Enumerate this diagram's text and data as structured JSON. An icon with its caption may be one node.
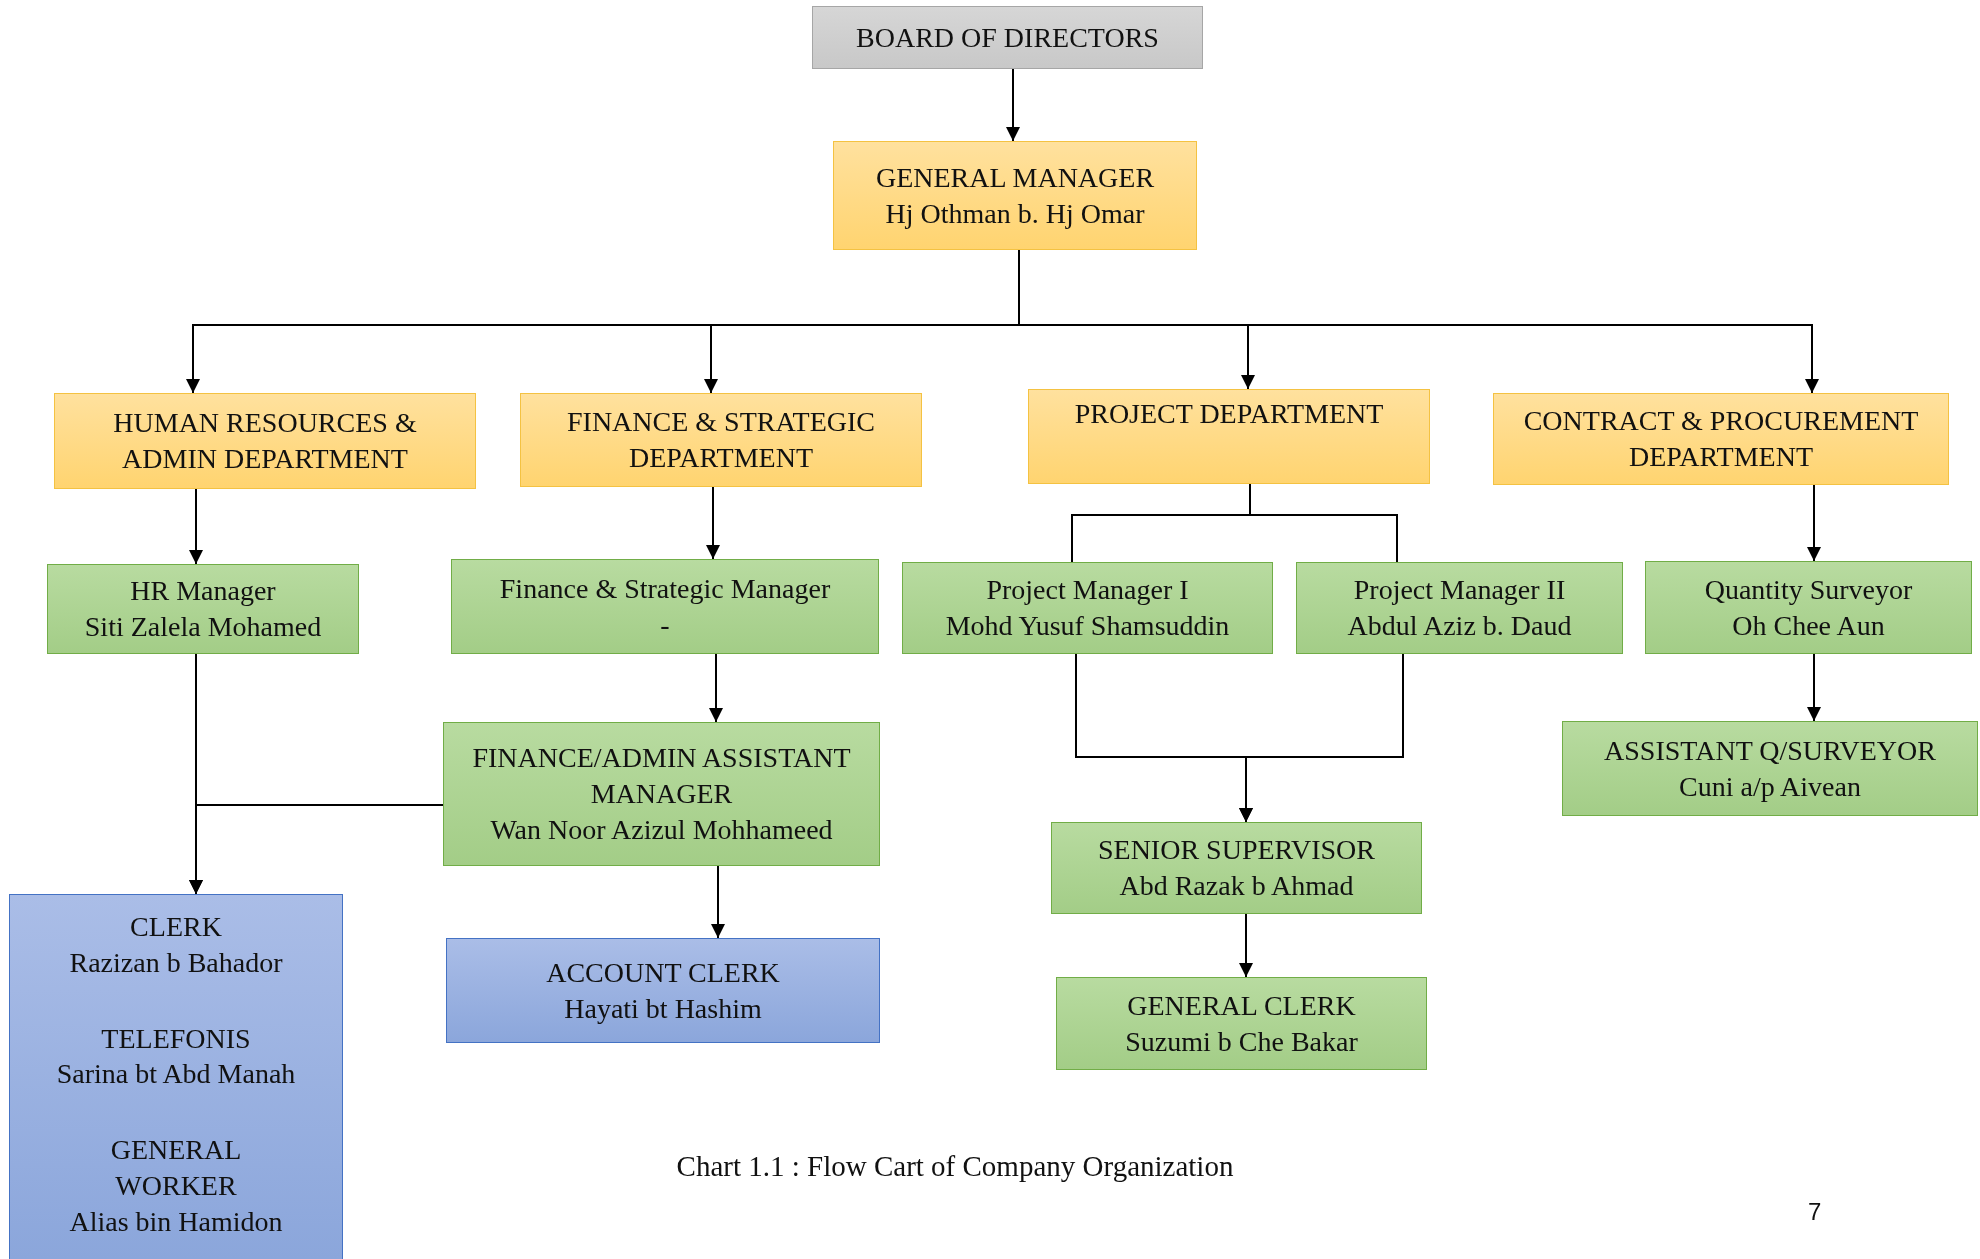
{
  "diagram": {
    "caption": "Chart 1.1 : Flow Cart of Company Organization",
    "nodes": [
      {
        "text": [
          "BOARD OF DIRECTORS"
        ]
      },
      {
        "text": [
          "GENERAL MANAGER",
          "Hj Othman b. Hj Omar"
        ]
      },
      {
        "text": [
          "HUMAN RESOURCES & ADMIN DEPARTMENT"
        ]
      },
      {
        "text": [
          "FINANCE & STRATEGIC DEPARTMENT"
        ]
      },
      {
        "text": [
          "PROJECT DEPARTMENT"
        ]
      },
      {
        "text": [
          "CONTRACT & PROCUREMENT DEPARTMENT"
        ]
      },
      {
        "text": [
          "HR Manager",
          "Siti Zalela Mohamed"
        ]
      },
      {
        "text": [
          "Finance & Strategic Manager",
          "-"
        ]
      },
      {
        "text": [
          "Project Manager I",
          "Mohd Yusuf Shamsuddin"
        ]
      },
      {
        "text": [
          "Project Manager II",
          "Abdul Aziz b. Daud"
        ]
      },
      {
        "text": [
          "Quantity Surveyor",
          "Oh Chee Aun"
        ]
      },
      {
        "text": [
          "FINANCE/ADMIN ASSISTANT MANAGER",
          "Wan Noor Azizul Mohhameed"
        ]
      },
      {
        "text": [
          "ASSISTANT Q/SURVEYOR",
          "Cuni a/p Aivean"
        ]
      },
      {
        "text": [
          "SENIOR SUPERVISOR",
          "Abd Razak b Ahmad"
        ]
      },
      {
        "text": [
          "CLERK",
          "Razizan b Bahador",
          "TELEFONIS",
          "Sarina bt Abd Manah",
          "GENERAL WORKER",
          "Alias bin Hamidon"
        ]
      },
      {
        "text": [
          "ACCOUNT CLERK",
          "Hayati bt Hashim"
        ]
      },
      {
        "text": [
          "GENERAL CLERK",
          "Suzumi b Che Bakar"
        ]
      }
    ],
    "edges": [
      {
        "from": 0,
        "to": 1,
        "arrow": "to"
      },
      {
        "from": 1,
        "to": 2,
        "arrow": "to"
      },
      {
        "from": 1,
        "to": 3,
        "arrow": "to"
      },
      {
        "from": 1,
        "to": 4,
        "arrow": "to"
      },
      {
        "from": 1,
        "to": 5,
        "arrow": "to"
      },
      {
        "from": 2,
        "to": 6,
        "arrow": "to"
      },
      {
        "from": 3,
        "to": 7,
        "arrow": "to"
      },
      {
        "from": 4,
        "to": 8,
        "arrow": "none"
      },
      {
        "from": 4,
        "to": 9,
        "arrow": "none"
      },
      {
        "from": 5,
        "to": 10,
        "arrow": "to"
      },
      {
        "from": 7,
        "to": 11,
        "arrow": "to"
      },
      {
        "from": 10,
        "to": 12,
        "arrow": "to"
      },
      {
        "from": 8,
        "to": 13,
        "arrow": "to"
      },
      {
        "from": 9,
        "to": 13,
        "arrow": "to"
      },
      {
        "from": 6,
        "to": 14,
        "arrow": "to"
      },
      {
        "from": 11,
        "to": 14,
        "arrow": "to"
      },
      {
        "from": 11,
        "to": 15,
        "arrow": "to"
      },
      {
        "from": 13,
        "to": 16,
        "arrow": "to"
      }
    ],
    "labels": [
      "7"
    ]
  }
}
